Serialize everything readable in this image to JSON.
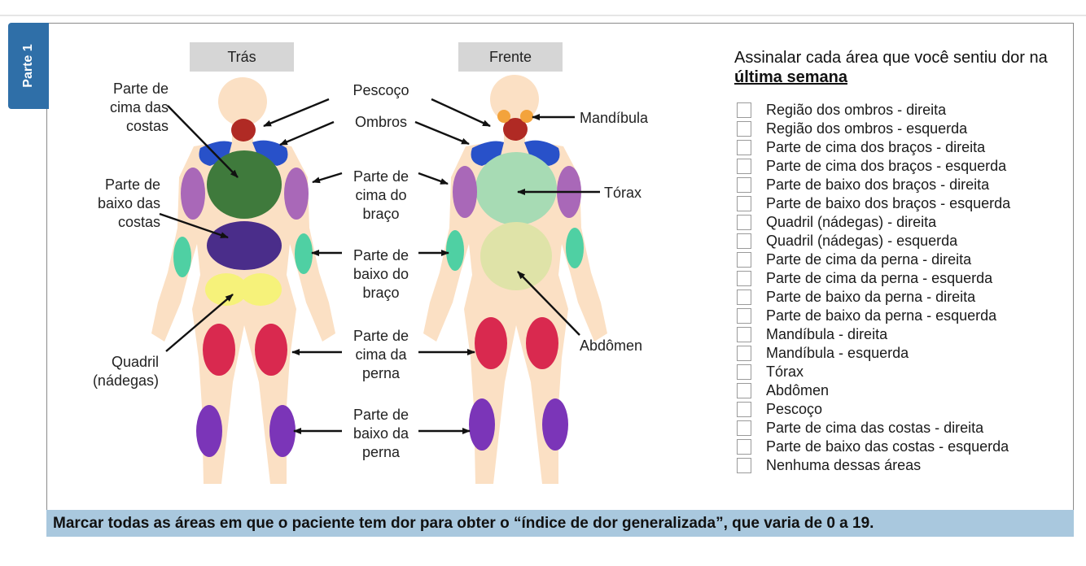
{
  "tab_label": "Parte 1",
  "headers": {
    "back": "Trás",
    "front": "Frente"
  },
  "labels": {
    "upper_back": "Parte de\ncima das\ncostas",
    "lower_back": "Parte de\nbaixo das\ncostas",
    "hip": "Quadril\n(nádegas)",
    "neck": "Pescoço",
    "shoulders": "Ombros",
    "upper_arm": "Parte de\ncima do\nbraço",
    "lower_arm": "Parte de\nbaixo do\nbraço",
    "upper_leg": "Parte de\ncima da\nperna",
    "lower_leg": "Parte de\nbaixo da\nperna",
    "jaw": "Mandíbula",
    "chest": "Tórax",
    "abdomen": "Abdômen"
  },
  "instruction": {
    "prefix": "Assinalar cada área que você sentiu dor na ",
    "emphasis": "última semana"
  },
  "checklist": [
    "Região dos ombros - direita",
    "Região dos ombros - esquerda",
    "Parte de cima dos braços - direita",
    "Parte de cima dos braços - esquerda",
    "Parte de baixo dos braços - direita",
    "Parte de baixo dos braços - esquerda",
    "Quadril (nádegas) - direita",
    "Quadril (nádegas) - esquerda",
    "Parte de cima da perna - direita",
    "Parte de cima da perna - esquerda",
    "Parte de baixo da perna - direita",
    "Parte de baixo da perna - esquerda",
    "Mandíbula - direita",
    "Mandíbula - esquerda",
    "Tórax",
    "Abdômen",
    "Pescoço",
    "Parte de cima das costas - direita",
    "Parte de baixo das costas - esquerda",
    "Nenhuma dessas áreas"
  ],
  "footer": "Marcar todas as áreas em que o paciente tem dor para obter o “índice de dor generalizada”, que varia de 0 a 19.",
  "colors": {
    "skin": "#fbe0c4",
    "neck": "#b02a24",
    "shoulders": "#2851c9",
    "upper_back": "#3f7a3c",
    "lower_back": "#4a2d8a",
    "hips": "#f6f27a",
    "upper_arm": "#a968b8",
    "lower_arm": "#4fd0a3",
    "upper_leg": "#d9294f",
    "lower_leg": "#7b35b8",
    "chest": "#a7dbb4",
    "abdomen": "#dfe3a8",
    "jaw": "#f3a33c",
    "tab": "#2f6fa8",
    "footer": "#a9c8de"
  },
  "icons": {
    "body_back": "human-body-back-figure",
    "body_front": "human-body-front-figure",
    "checkbox": "checkbox-icon"
  }
}
